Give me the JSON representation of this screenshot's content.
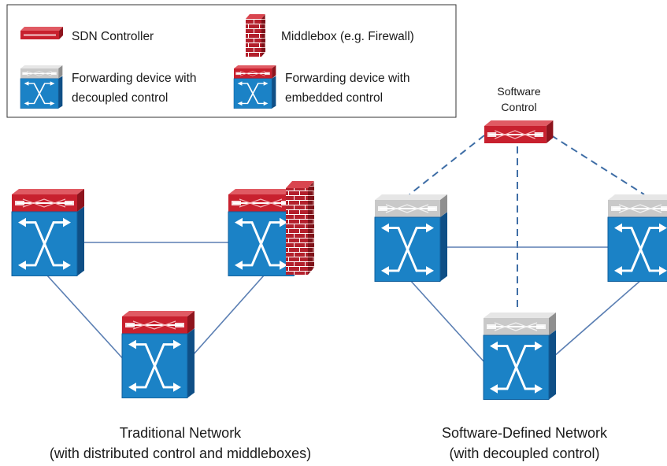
{
  "legend": {
    "sdn_controller": "SDN Controller",
    "middlebox": "Middlebox (e.g. Firewall)",
    "decoupled_device_line1": "Forwarding device with",
    "decoupled_device_line2": "decoupled control",
    "embedded_device_line1": "Forwarding device with",
    "embedded_device_line2": "embedded control"
  },
  "software_control": {
    "line1": "Software",
    "line2": "Control"
  },
  "traditional_network": {
    "caption_line1": "Traditional Network",
    "caption_line2": "(with distributed control and middleboxes)"
  },
  "sdn_network": {
    "caption_line1": "Software-Defined Network",
    "caption_line2": "(with decoupled control)"
  },
  "colors": {
    "controller_red": "#c8202e",
    "switch_blue": "#1b82c6",
    "switch_gray": "#c9c9c9",
    "link_blue": "#5b7fb3",
    "dashed_link": "#3f6ea6"
  }
}
